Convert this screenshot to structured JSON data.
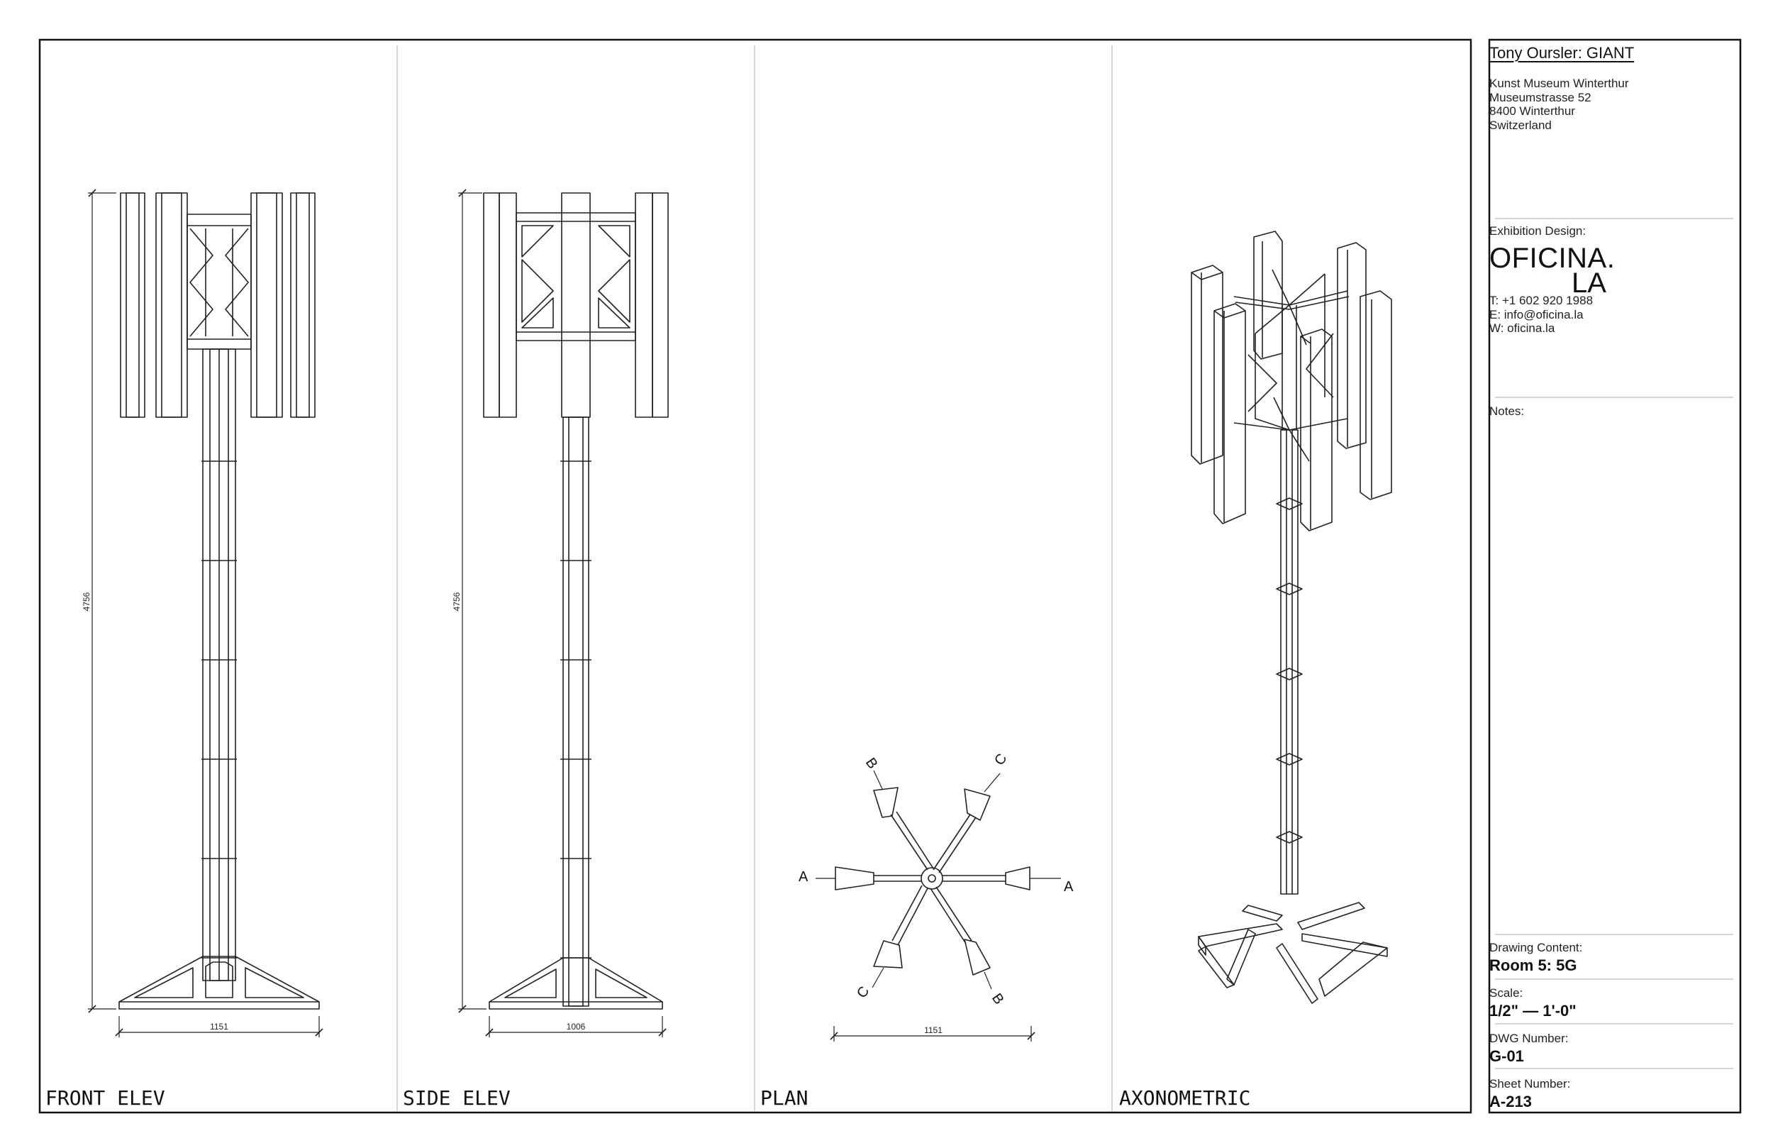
{
  "views": [
    {
      "label": "FRONT ELEV",
      "height_dim": "4756",
      "width_dim": "1151"
    },
    {
      "label": "SIDE ELEV",
      "height_dim": "4756",
      "width_dim": "1006"
    },
    {
      "label": "PLAN",
      "width_dim": "1151",
      "callouts": [
        "A",
        "A",
        "B",
        "B",
        "C",
        "C"
      ]
    },
    {
      "label": "AXONOMETRIC"
    }
  ],
  "title_block": {
    "project_title": "Tony Oursler: GIANT",
    "venue_lines": [
      "Kunst Museum Winterthur",
      "Museumstrasse 52",
      "8400 Winterthur",
      "Switzerland"
    ],
    "design_label": "Exhibition Design:",
    "firm_line1": "OFICINA.",
    "firm_line2": "LA",
    "contact_lines": [
      "T: +1 602 920 1988",
      "E: info@oficina.la",
      "W: oficina.la"
    ],
    "notes_label": "Notes:",
    "content_label": "Drawing Content:",
    "content_value": "Room 5: 5G",
    "scale_label": "Scale:",
    "scale_value": "1/2\" — 1'-0\"",
    "dwg_label": "DWG Number:",
    "dwg_value": "G-01",
    "sheet_label": "Sheet Number:",
    "sheet_value": "A-213"
  },
  "colors": {
    "line": "#222222",
    "frame": "#111111",
    "divider": "#c8c8c8"
  }
}
